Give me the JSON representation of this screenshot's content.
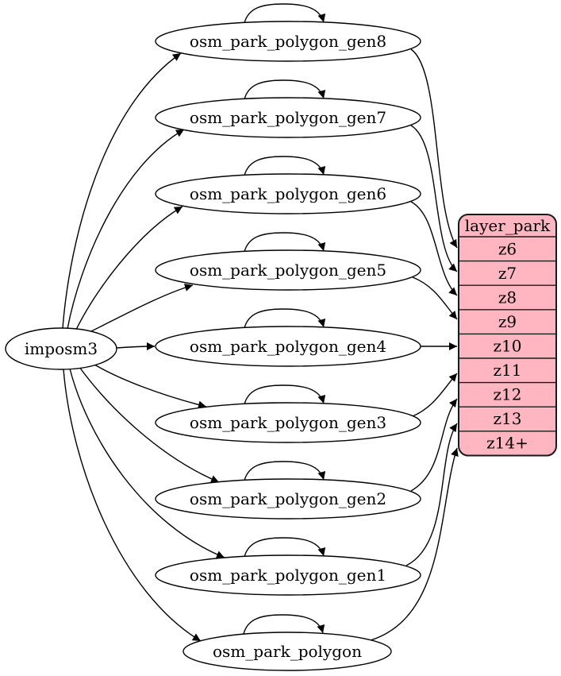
{
  "diagram": {
    "type": "graphviz-digraph",
    "description": "Mapping of imposm3 import tables to park layer zoom levels",
    "importer": {
      "label": "imposm3"
    },
    "tables": [
      {
        "label": "osm_park_polygon_gen8",
        "self_loop": true,
        "feeds": "z6"
      },
      {
        "label": "osm_park_polygon_gen7",
        "self_loop": true,
        "feeds": "z7"
      },
      {
        "label": "osm_park_polygon_gen6",
        "self_loop": true,
        "feeds": "z8"
      },
      {
        "label": "osm_park_polygon_gen5",
        "self_loop": true,
        "feeds": "z9"
      },
      {
        "label": "osm_park_polygon_gen4",
        "self_loop": true,
        "feeds": "z10"
      },
      {
        "label": "osm_park_polygon_gen3",
        "self_loop": true,
        "feeds": "z11"
      },
      {
        "label": "osm_park_polygon_gen2",
        "self_loop": true,
        "feeds": "z12"
      },
      {
        "label": "osm_park_polygon_gen1",
        "self_loop": true,
        "feeds": "z13"
      },
      {
        "label": "osm_park_polygon",
        "self_loop": true,
        "feeds": "z14+"
      }
    ],
    "layer": {
      "title": "layer_park",
      "rows": [
        "z6",
        "z7",
        "z8",
        "z9",
        "z10",
        "z11",
        "z12",
        "z13",
        "z14+"
      ]
    },
    "colors": {
      "layer_fill": "#ffb6c1",
      "node_fill": "#ffffff",
      "edge": "#000000",
      "text": "#000000"
    }
  }
}
